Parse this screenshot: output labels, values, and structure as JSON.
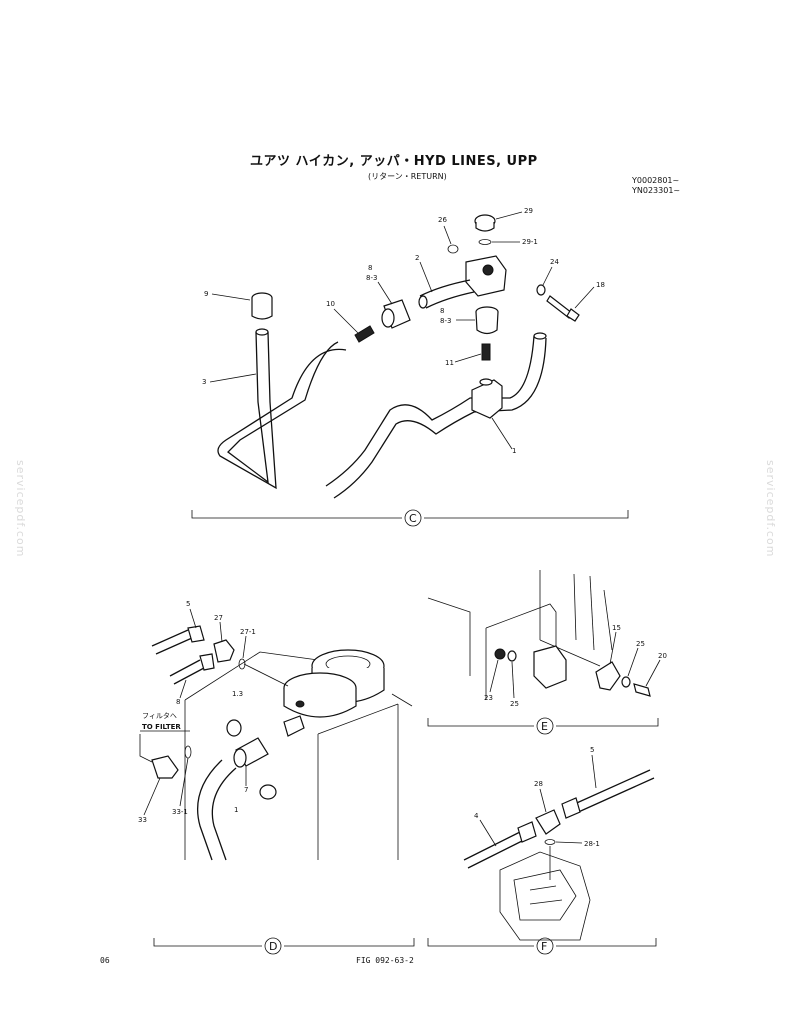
{
  "title": "ユアツ ハイカン, アッパ・HYD LINES, UPP",
  "subtitle": "(リターン・RETURN)",
  "serials": [
    "Y0002801~",
    "YN023301~"
  ],
  "footer": {
    "left": "06",
    "center": "FIG 092-63-2"
  },
  "watermark": "servicepdf.com",
  "sections": {
    "c": "C",
    "d": "D",
    "e": "E",
    "f": "F"
  },
  "callouts": {
    "c": [
      "29",
      "26",
      "29-1",
      "24",
      "2",
      "8",
      "8-3",
      "18",
      "9",
      "10",
      "8",
      "8-3",
      "3",
      "11",
      "1"
    ],
    "d": [
      "5",
      "27",
      "27-1",
      "8",
      "フィルタへ",
      "TO FILTER",
      "33",
      "33-1",
      "7",
      "1"
    ],
    "e": [
      "15",
      "25",
      "20",
      "23",
      "25"
    ],
    "f": [
      "5",
      "28",
      "4",
      "28-1"
    ]
  }
}
